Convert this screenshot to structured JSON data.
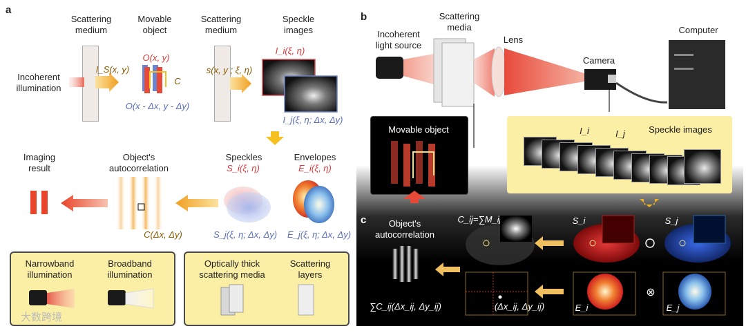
{
  "panel_a": {
    "letter": "a",
    "headers": {
      "scattering_medium_1": "Scattering\nmedium",
      "movable_object": "Movable\nobject",
      "scattering_medium_2": "Scattering\nmedium",
      "speckle_images": "Speckle\nimages"
    },
    "incoherent_illumination": "Incoherent\nillumination",
    "is_label": "I_S(x, y)",
    "o_label": "O(x, y)",
    "c_label": "C",
    "o_shift_label": "O(x - Δx, y - Δy)",
    "s_label": "s(x, y   ;   ξ, η)",
    "ii_label": "I_i(ξ, η)",
    "ij_label": "I_j(ξ, η; Δx, Δy)",
    "imaging_result": "Imaging\nresult",
    "autocorrelation": "Object's\nautocorrelation",
    "speckles": "Speckles",
    "si_label": "S_i(ξ, η)",
    "envelopes": "Envelopes",
    "ei_label": "E_i(ξ, η)",
    "c_delta": "C(Δx, Δy)",
    "sj_label": "S_j(ξ, η; Δx, Δy)",
    "ej_label": "E_j(ξ, η; Δx, Δy)",
    "box1": {
      "narrowband": "Narrowband\nillumination",
      "broadband": "Broadband\nillumination"
    },
    "box2": {
      "thick": "Optically thick\nscattering media",
      "layers": "Scattering\nlayers"
    },
    "watermark": "大数跨境"
  },
  "panel_b": {
    "letter": "b",
    "light_source": "Incoherent\nlight source",
    "scattering_media": "Scattering\nmedia",
    "lens": "Lens",
    "camera": "Camera",
    "computer": "Computer",
    "movable_object": "Movable object",
    "speckle_images": "Speckle images",
    "ii": "I_i",
    "ij": "I_j"
  },
  "panel_c": {
    "letter": "c",
    "autocorrelation": "Object's\nautocorrelation",
    "cij": "C_ij=∑M_ij",
    "si": "S_i",
    "sj": "S_j",
    "sum_label": "∑C_ij(Δx_ij, Δy_ij)",
    "delta_label": "(Δx_ij, Δy_ij)",
    "ei": "E_i",
    "ej": "E_j",
    "circle_op": "○",
    "otimes": "⊗"
  },
  "colors": {
    "accent_yellow": "#fbeea5",
    "arrow_orange": "#f0a020",
    "red": "#d83a3a",
    "blue": "#5a6fb5"
  }
}
